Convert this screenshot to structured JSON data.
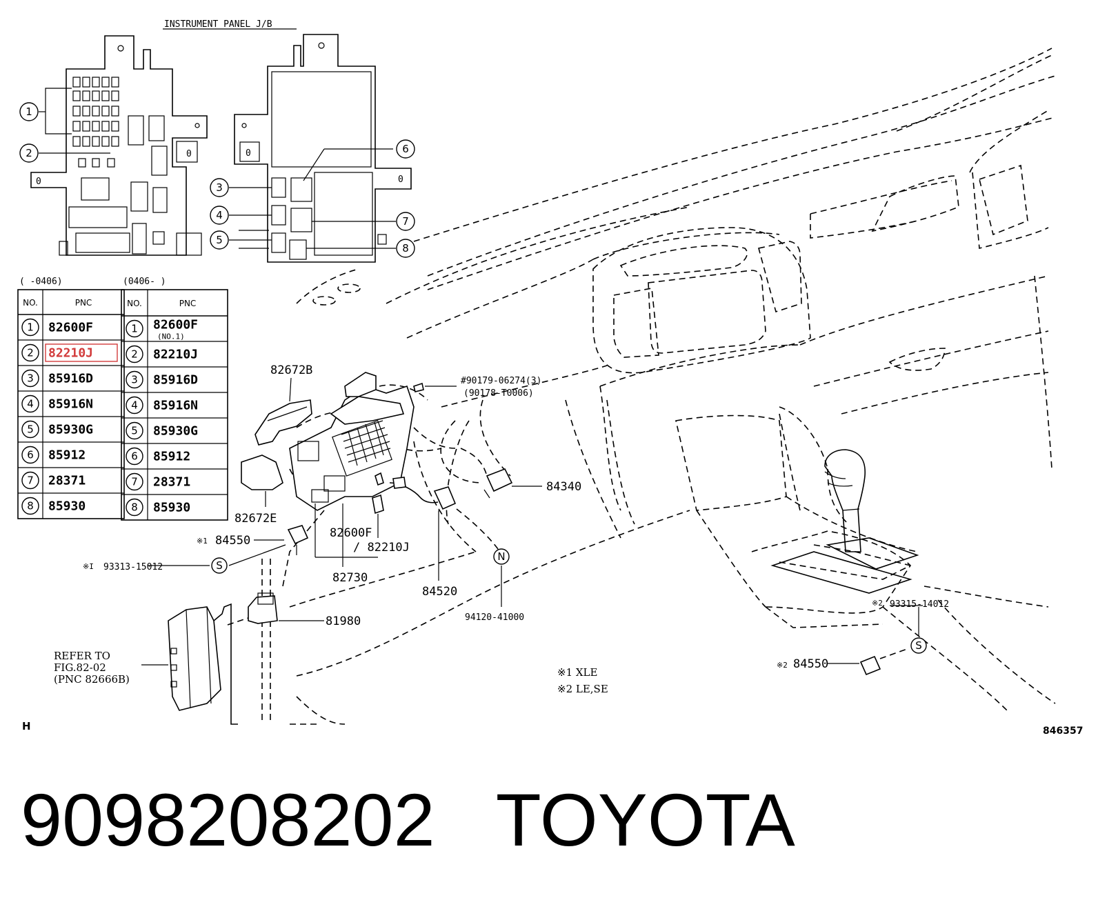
{
  "panel_title": "INSTRUMENT PANEL J/B",
  "table_left": {
    "range": "(       -0406)",
    "col_no": "NO.",
    "col_pnc": "PNC",
    "rows": [
      {
        "no": "1",
        "pnc": "82600F"
      },
      {
        "no": "2",
        "pnc": "82210J"
      },
      {
        "no": "3",
        "pnc": "85916D"
      },
      {
        "no": "4",
        "pnc": "85916N"
      },
      {
        "no": "5",
        "pnc": "85930G"
      },
      {
        "no": "6",
        "pnc": "85912"
      },
      {
        "no": "7",
        "pnc": "28371"
      },
      {
        "no": "8",
        "pnc": "85930"
      }
    ]
  },
  "table_right": {
    "range": "(0406-        )",
    "col_no": "NO.",
    "col_pnc": "PNC",
    "rows": [
      {
        "no": "1",
        "pnc": "82600F",
        "sub": "(NO.1)"
      },
      {
        "no": "2",
        "pnc": "82210J",
        "sub": ""
      },
      {
        "no": "3",
        "pnc": "85916D",
        "sub": ""
      },
      {
        "no": "4",
        "pnc": "85916N",
        "sub": ""
      },
      {
        "no": "5",
        "pnc": "85930G",
        "sub": ""
      },
      {
        "no": "6",
        "pnc": "85912",
        "sub": ""
      },
      {
        "no": "7",
        "pnc": "28371",
        "sub": ""
      },
      {
        "no": "8",
        "pnc": "85930",
        "sub": ""
      }
    ]
  },
  "callout_numbers": [
    "1",
    "2",
    "3",
    "4",
    "5",
    "6",
    "7",
    "8"
  ],
  "labels": {
    "p82672B": "82672B",
    "p90179": "#90179-06274(3)",
    "p90178": "(90178-T0006)",
    "p84340": "84340",
    "p82672E": "82672E",
    "p84550a": "84550",
    "mark1": "※1",
    "mark1b": "※I",
    "p93313": "93313-15012",
    "p82600F": "82600F",
    "p82210J": "/ 82210J",
    "p82730": "82730",
    "p84520": "84520",
    "p94120": "94120-41000",
    "p81980": "81980",
    "mark2": "※2",
    "p93315": "93315-14012",
    "p84550b": "84550",
    "s_mark": "S",
    "n_mark": "N",
    "refer1": "REFER TO",
    "refer2": "FIG.82-02",
    "refer3": "(PNC 82666B)",
    "legend1": "※1 XLE",
    "legend2": "※2 LE,SE",
    "corner_h": "H",
    "fig_no": "846357"
  },
  "footer": {
    "part_number": "9098208202",
    "brand": "TOYOTA"
  },
  "highlight_color": "#d23b3b"
}
